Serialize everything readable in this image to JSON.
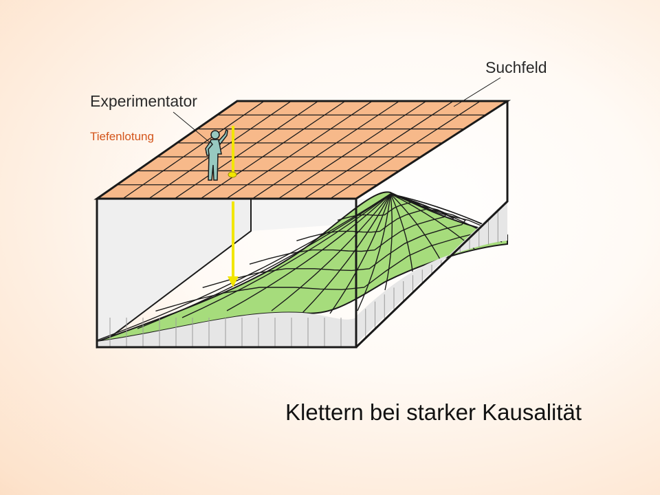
{
  "labels": {
    "suchfeld": "Suchfeld",
    "experimentator": "Experimentator",
    "tiefenlotung": "Tiefenlotung"
  },
  "caption": "Klettern bei starker Kausalität",
  "colors": {
    "search_field": "#f7b98a",
    "landscape": "#a6dc7c",
    "box_walls": "#ededed",
    "probe": "#ffff4d",
    "person": "#97c9c0",
    "tiefenlotung_text": "#d3541a",
    "outline": "#1a1a1a"
  },
  "icons": {
    "person": "person-figure-icon",
    "probe": "sounding-arrow-icon"
  }
}
